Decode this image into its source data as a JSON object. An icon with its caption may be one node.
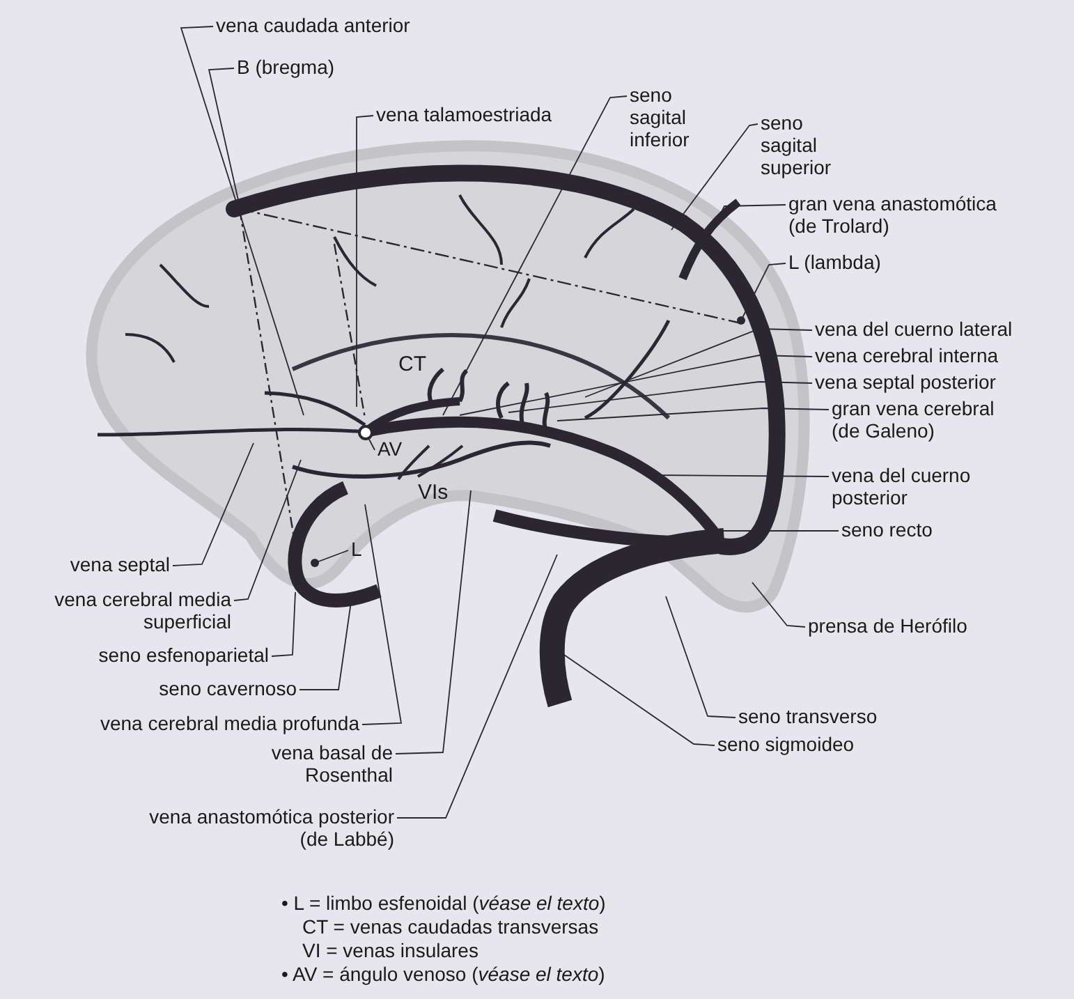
{
  "diagram": {
    "nodes": [
      {
        "text": [
          "vena caudada anterior"
        ]
      },
      {
        "text": [
          "B (bregma)"
        ]
      },
      {
        "text": [
          "vena talamoestriada"
        ]
      },
      {
        "text": [
          "seno sagital inferior"
        ]
      },
      {
        "text": [
          "seno sagital superior"
        ]
      },
      {
        "text": [
          "gran vena anastomótica (de Trolard)"
        ]
      },
      {
        "text": [
          "L (lambda)"
        ]
      },
      {
        "text": [
          "vena del cuerno lateral"
        ]
      },
      {
        "text": [
          "vena cerebral interna"
        ]
      },
      {
        "text": [
          "vena septal posterior"
        ]
      },
      {
        "text": [
          "gran vena cerebral (de Galeno)"
        ]
      },
      {
        "text": [
          "vena del cuerno posterior"
        ]
      },
      {
        "text": [
          "seno recto"
        ]
      },
      {
        "text": [
          "prensa de Herófilo"
        ]
      },
      {
        "text": [
          "seno transverso"
        ]
      },
      {
        "text": [
          "seno sigmoideo"
        ]
      },
      {
        "text": [
          "vena septal"
        ]
      },
      {
        "text": [
          "vena cerebral media superficial"
        ]
      },
      {
        "text": [
          "seno esfenoparietal"
        ]
      },
      {
        "text": [
          "seno cavernoso"
        ]
      },
      {
        "text": [
          "vena cerebral media profunda"
        ]
      },
      {
        "text": [
          "vena basal de Rosenthal"
        ]
      },
      {
        "text": [
          "vena anastomótica posterior (de Labbé)"
        ]
      },
      {
        "text": [
          "AV"
        ]
      },
      {
        "text": [
          "L"
        ]
      },
      {
        "text": [],
        "shape": "circle"
      }
    ],
    "edges": [
      {
        "from": 0,
        "to": null,
        "arrow": "none"
      },
      {
        "from": 1,
        "to": null,
        "arrow": "other"
      },
      {
        "from": 2,
        "to": null,
        "arrow": "none"
      },
      {
        "from": 3,
        "to": null,
        "arrow": "none"
      },
      {
        "from": 4,
        "to": null,
        "arrow": "none"
      },
      {
        "from": 5,
        "to": null,
        "arrow": "none"
      },
      {
        "from": 6,
        "to": null,
        "arrow": "other"
      },
      {
        "from": 7,
        "to": null,
        "arrow": "none"
      },
      {
        "from": 8,
        "to": null,
        "arrow": "none"
      },
      {
        "from": 9,
        "to": null,
        "arrow": "none"
      },
      {
        "from": 10,
        "to": null,
        "arrow": "none"
      },
      {
        "from": 11,
        "to": null,
        "arrow": "none"
      },
      {
        "from": 12,
        "to": null,
        "arrow": "none"
      },
      {
        "from": 13,
        "to": null,
        "arrow": "none"
      },
      {
        "from": 14,
        "to": null,
        "arrow": "none"
      },
      {
        "from": 15,
        "to": null,
        "arrow": "none"
      },
      {
        "from": 16,
        "to": null,
        "arrow": "none"
      },
      {
        "from": 17,
        "to": null,
        "arrow": "none"
      },
      {
        "from": 18,
        "to": null,
        "arrow": "none"
      },
      {
        "from": 19,
        "to": null,
        "arrow": "none"
      },
      {
        "from": 20,
        "to": null,
        "arrow": "none"
      },
      {
        "from": 21,
        "to": null,
        "arrow": "none"
      },
      {
        "from": 22,
        "to": null,
        "arrow": "none"
      },
      {
        "from": 23,
        "to": 25,
        "arrow": "none"
      },
      {
        "from": 24,
        "to": null,
        "arrow": "other"
      }
    ],
    "labels": [
      "CT",
      "VIs",
      "• L = limbo esfenoidal (*véase el texto*)",
      "CT = venas caudadas transversas",
      "VI = venas insulares",
      "• AV = ángulo venoso (*véase el texto*)"
    ]
  }
}
